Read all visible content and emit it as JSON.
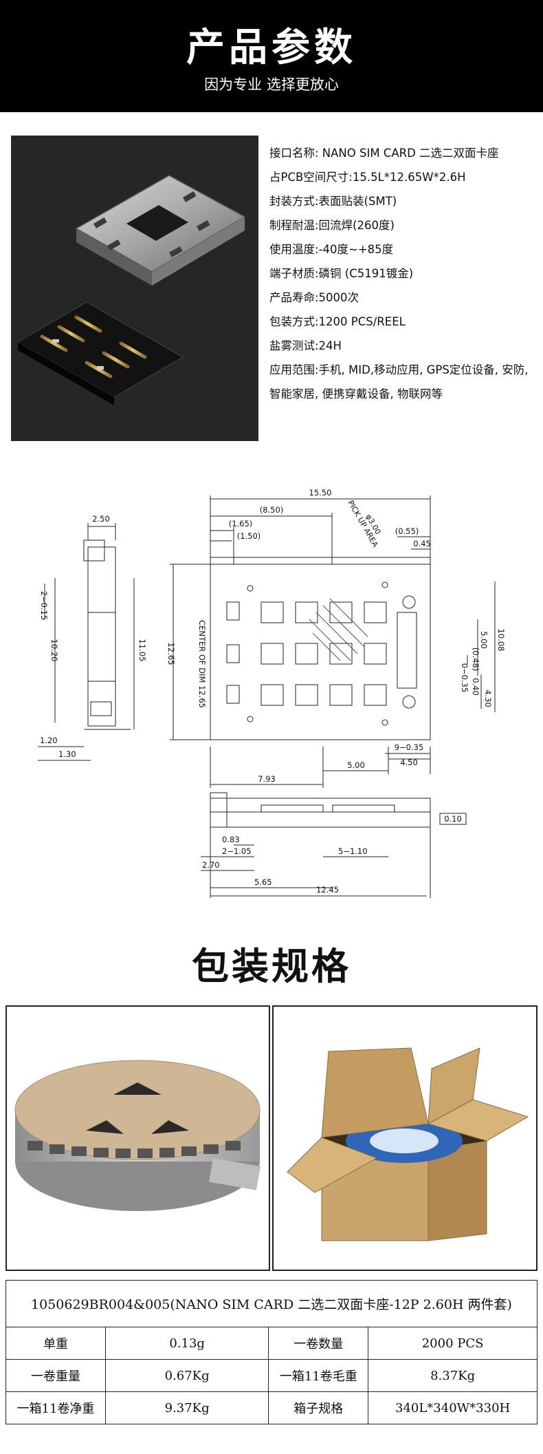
{
  "header": {
    "title": "产品参数",
    "subtitle": "因为专业 选择更放心"
  },
  "specs": [
    "接口名称: NANO SIM CARD 二选二双面卡座",
    "占PCB空间尺寸:15.5L*12.65W*2.6H",
    "封装方式:表面贴装(SMT)",
    "制程耐温:回流焊(260度)",
    "使用温度:-40度~+85度",
    "端子材质:磷铜 (C5191镀金)",
    "产品寿命:5000次",
    "包装方式:1200 PCS/REEL",
    "盐雾测试:24H",
    "应用范围:手机, MID,移动应用, GPS定位设备, 安防, 智能家居, 便携穿戴设备, 物联网等"
  ],
  "drawing": {
    "dims": {
      "d1550": "15.50",
      "d850": "(8.50)",
      "d165": "(1.65)",
      "d150": "(1.50)",
      "pick": "PICK UP AREA",
      "phi": "φ3.00",
      "d055": "(0.55)",
      "d045": "0.45",
      "d500v": "5.00",
      "d1008": "10.08",
      "d048": "(0.48)",
      "d0035": "0−0.35",
      "d040": "0.40",
      "d430": "4.30",
      "d1265": "12.65",
      "center": "CENTER OF DIM 12.65",
      "d935": "9−0.35",
      "d450": "4.50",
      "d500h": "5.00",
      "d793": "7.93",
      "d250": "2.50",
      "d2015": "2−0.15",
      "d1020": "10.20",
      "d1105": "11.05",
      "d120": "1.20",
      "d130": "1.30",
      "flat": "0.10",
      "d083": "0.83",
      "d2105": "2−1.05",
      "d5110": "5−1.10",
      "d270": "2.70",
      "d565": "5.65",
      "d1245": "12.45"
    }
  },
  "packaging": {
    "title": "包装规格"
  },
  "table": {
    "caption": "1050629BR004&005(NANO SIM CARD 二选二双面卡座-12P 2.60H 两件套)",
    "rows": [
      [
        "单重",
        "0.13g",
        "一卷数量",
        "2000 PCS"
      ],
      [
        "一卷重量",
        "0.67Kg",
        "一箱11卷毛重",
        "8.37Kg"
      ],
      [
        "一箱11卷净重",
        "9.37Kg",
        "箱子规格",
        "340L*340W*330H"
      ]
    ]
  },
  "colors": {
    "header_bg": "#000000",
    "photo_bg": "#262626",
    "box_brown": "#c9a46c",
    "reel_blue": "#2f66b8"
  }
}
